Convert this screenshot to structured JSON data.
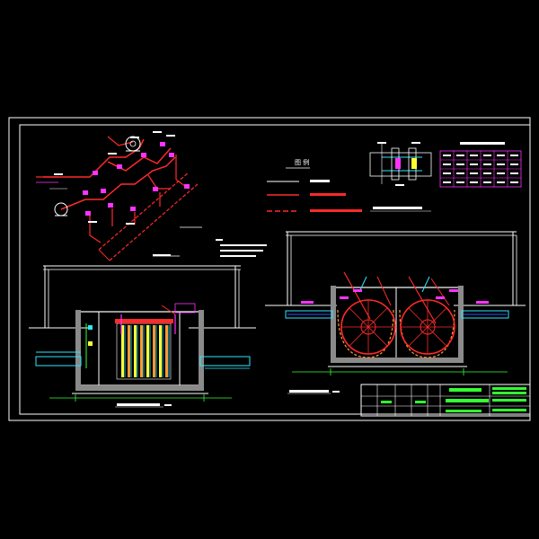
{
  "drawing": {
    "background": "#000000",
    "colors": {
      "frame": "#ffffff",
      "red": "#ff2a2a",
      "magenta": "#ff33ff",
      "cyan": "#2ee6ff",
      "yellow": "#ffff33",
      "green": "#33ff33",
      "blue": "#3355ff",
      "orange": "#ff9933",
      "grey": "#bdbdbd"
    },
    "legend": {
      "title": "图 例",
      "items": [
        {
          "line": "white",
          "text": ""
        },
        {
          "line": "red-solid",
          "text": ""
        },
        {
          "line": "red-dashed",
          "text": ""
        }
      ]
    },
    "notes_label": "",
    "detail_table": {
      "rows": 4,
      "cols": 6
    },
    "title_block": {
      "company": "",
      "drawing_title": ""
    },
    "icons": [
      "pump-icon",
      "valve-icon",
      "wheel-icon"
    ]
  }
}
